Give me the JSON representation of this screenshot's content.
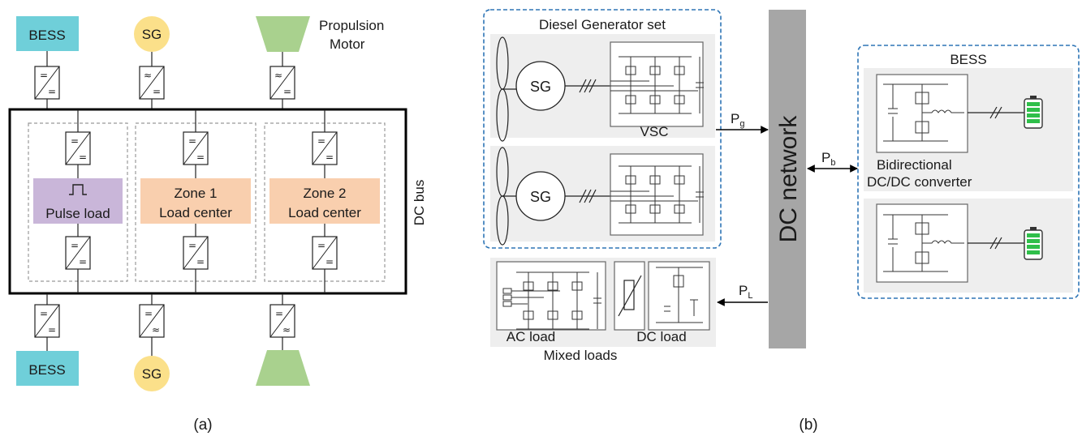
{
  "colors": {
    "bess": "#6fcfd9",
    "sg": "#fbe08a",
    "motor": "#a9d18e",
    "pulse_load": "#c9b6d9",
    "zone": "#f9cfae",
    "panel_gray": "#eeeeee",
    "dc_network": "#a6a6a6",
    "dashed_blue": "#2e75b6",
    "battery_green": "#2fbf4a"
  },
  "panel_a": {
    "caption": "(a)",
    "top": {
      "bess": "BESS",
      "sg": "SG",
      "motor_line1": "Propulsion",
      "motor_line2": "Motor"
    },
    "inner": {
      "pulse_label": "Pulse load",
      "zone1_line1": "Zone 1",
      "zone1_line2": "Load center",
      "zone2_line1": "Zone 2",
      "zone2_line2": "Load center"
    },
    "dc_bus": "DC bus",
    "bottom": {
      "bess": "BESS",
      "sg": "SG"
    }
  },
  "panel_b": {
    "caption": "(b)",
    "diesel_group": "Diesel Generator set",
    "sg1": "SG",
    "sg2": "SG",
    "vsc": "VSC",
    "pg_main": "P",
    "pg_sub": "g",
    "pb_main": "P",
    "pb_sub": "b",
    "pl_main": "P",
    "pl_sub": "L",
    "dc_network": "DC network",
    "bess_group": "BESS",
    "converter_line1": "Bidirectional",
    "converter_line2": "DC/DC converter",
    "ac_load": "AC load",
    "dc_load": "DC load",
    "mixed_loads": "Mixed loads"
  }
}
